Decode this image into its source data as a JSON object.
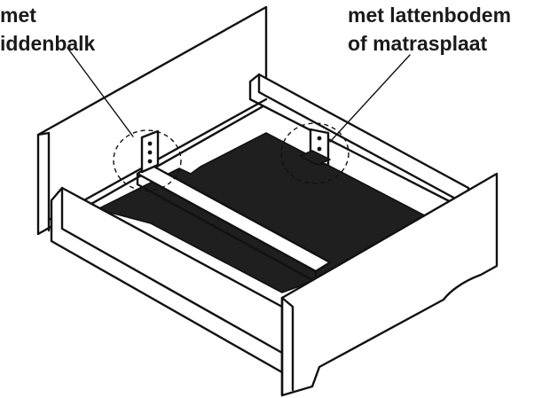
{
  "labels": {
    "left_line1": "met",
    "left_line2": "iddenbalk",
    "right_line1": "met lattenbodem",
    "right_line2": "of matrasplaat"
  },
  "colors": {
    "line": "#111111",
    "fill_dark": "#1f1f1f",
    "background": "#ffffff"
  }
}
